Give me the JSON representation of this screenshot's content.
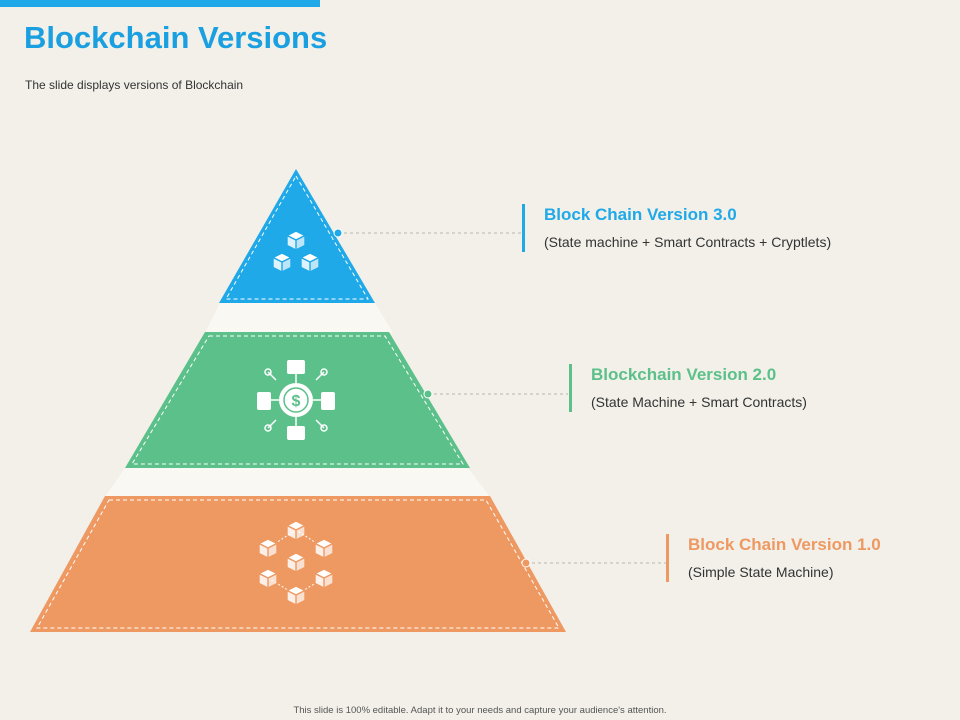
{
  "slide": {
    "title": "Blockchain Versions",
    "subtitle": "The slide displays versions of Blockchain",
    "footer": "This slide is 100% editable. Adapt it to your needs and capture your audience's attention."
  },
  "versions": [
    {
      "heading": "Block Chain Version 3.0",
      "description": "(State machine + Smart Contracts + Cryptlets)",
      "color": "#1fa9e8",
      "icon": "cubes-stack-icon"
    },
    {
      "heading": "Blockchain Version 2.0",
      "description": "(State Machine + Smart Contracts)",
      "color": "#5cc08a",
      "icon": "dollar-network-icon"
    },
    {
      "heading": "Block Chain Version 1.0",
      "description": "(Simple State Machine)",
      "color": "#ee9962",
      "icon": "cube-network-icon"
    }
  ],
  "colors": {
    "accent": "#1fa9e8",
    "background": "#f2f0e9",
    "top_tier": "#1fa9e8",
    "middle_tier": "#5cc08a",
    "bottom_tier": "#ee9962"
  }
}
